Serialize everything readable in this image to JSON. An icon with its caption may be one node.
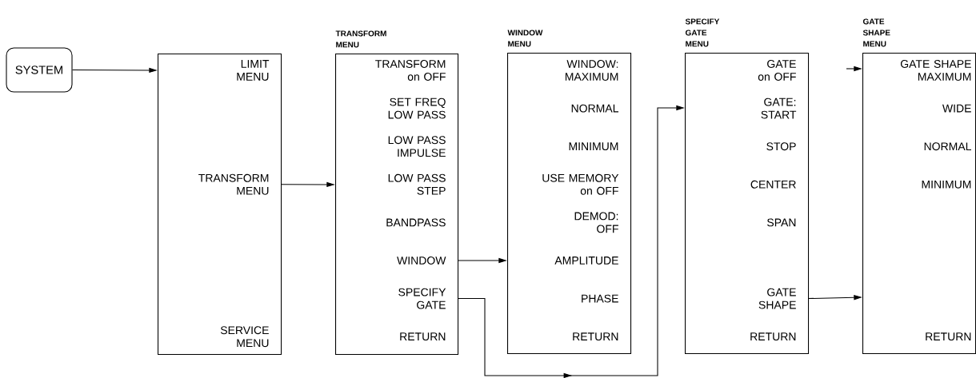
{
  "diagram": {
    "nodes": [
      {
        "text": [
          "SYSTEM"
        ]
      },
      {
        "text": [],
        "shape": "box"
      },
      {
        "text": [
          "LIMIT MENU"
        ],
        "in": 1
      },
      {
        "text": [
          "TRANSFORM MENU"
        ],
        "in": 1
      },
      {
        "text": [
          "SERVICE MENU"
        ],
        "in": 1
      },
      {
        "text": [
          "TRANSFORM MENU"
        ]
      },
      {
        "text": [
          "TRANSFORM on OFF"
        ],
        "in": 5
      },
      {
        "text": [
          "SET FREQ LOW PASS"
        ],
        "in": 5
      },
      {
        "text": [
          "LOW PASS IMPULSE"
        ],
        "in": 5
      },
      {
        "text": [
          "LOW PASS STEP"
        ],
        "in": 5
      },
      {
        "text": [
          "BANDPASS"
        ],
        "in": 5
      },
      {
        "text": [
          "WINDOW"
        ],
        "in": 5
      },
      {
        "text": [
          "SPECIFY GATE"
        ],
        "in": 5
      },
      {
        "text": [
          "RETURN"
        ],
        "in": 5
      },
      {
        "text": [
          "WINDOW MENU"
        ]
      },
      {
        "text": [
          "WINDOW: MAXIMUM"
        ],
        "in": 14
      },
      {
        "text": [
          "NORMAL"
        ],
        "in": 14
      },
      {
        "text": [
          "MINIMUM"
        ],
        "in": 14
      },
      {
        "text": [
          "USE MEMORY on OFF"
        ],
        "in": 14
      },
      {
        "text": [
          "DEMOD: OFF"
        ],
        "in": 14
      },
      {
        "text": [
          "AMPLITUDE"
        ],
        "in": 14
      },
      {
        "text": [
          "PHASE"
        ],
        "in": 14
      },
      {
        "text": [
          "RETURN"
        ],
        "in": 14
      },
      {
        "text": [
          "SPECIFY GATE MENU"
        ]
      },
      {
        "text": [
          "GATE on OFF"
        ],
        "in": 23
      },
      {
        "text": [
          "GATE: START"
        ],
        "in": 23
      },
      {
        "text": [
          "STOP"
        ],
        "in": 23
      },
      {
        "text": [
          "CENTER"
        ],
        "in": 23
      },
      {
        "text": [
          "SPAN"
        ],
        "in": 23
      },
      {
        "text": [
          "GATE SHAPE"
        ],
        "in": 23
      },
      {
        "text": [
          "RETURN"
        ],
        "in": 23
      },
      {
        "text": [
          "GATE SHAPE MENU"
        ]
      },
      {
        "text": [
          "GATE SHAPE MAXIMUM"
        ],
        "in": 31
      },
      {
        "text": [
          "WIDE"
        ],
        "in": 31
      },
      {
        "text": [
          "NORMAL"
        ],
        "in": 31
      },
      {
        "text": [
          "MINIMUM"
        ],
        "in": 31
      },
      {
        "text": [
          "RETURN"
        ],
        "in": 31
      }
    ],
    "edges": [
      {
        "from": 0,
        "to": 1,
        "arrow": "to"
      },
      {
        "from": 3,
        "to": 5,
        "arrow": "to"
      },
      {
        "from": 11,
        "to": 14,
        "arrow": "to"
      },
      {
        "from": 12,
        "to": 23,
        "arrow": "to"
      },
      {
        "from": 29,
        "to": 31,
        "arrow": "to"
      },
      {
        "from": null,
        "to": 31,
        "arrow": "to"
      }
    ]
  }
}
